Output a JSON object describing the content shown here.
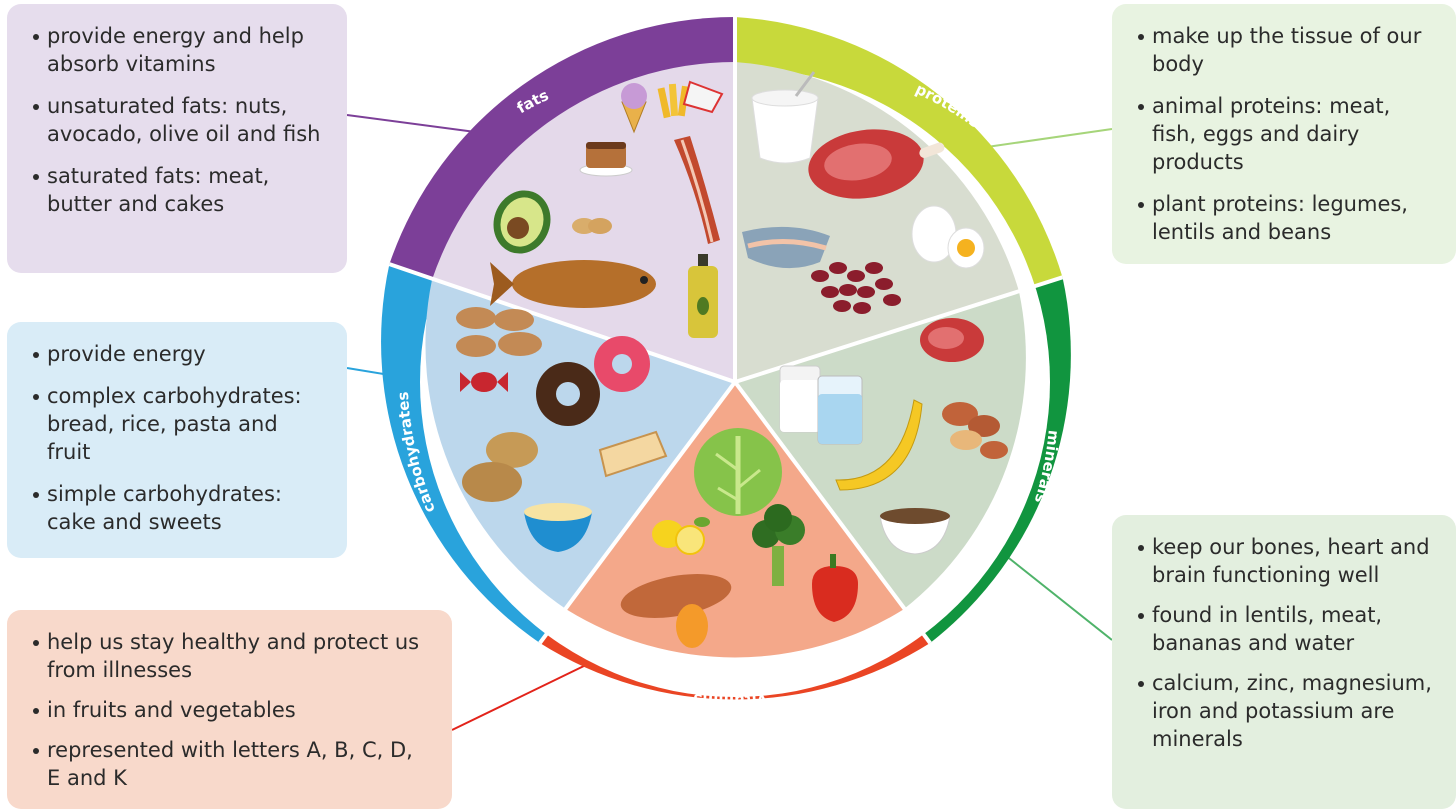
{
  "colors": {
    "fats": "#7c3f98",
    "proteins": "#c8d93b",
    "minerals": "#11953f",
    "vitamins": "#ea4524",
    "carbohydrates": "#29a3dc",
    "fats_box": "#e6dded",
    "proteins_box": "#e8f3e1",
    "minerals_box": "#e3efdf",
    "vitamins_box": "#f8d9cb",
    "carbohydrates_box": "#d9ecf7"
  },
  "segments": {
    "fats": "fats",
    "proteins": "proteins",
    "minerals": "minerals",
    "vitamins": "vitamins",
    "carbohydrates": "carbohydrates"
  },
  "boxes": {
    "fats": [
      "provide energy and help absorb vitamins",
      "unsaturated fats: nuts, avocado, olive oil and fish",
      "saturated fats: meat, butter and cakes"
    ],
    "carbohydrates": [
      "provide energy",
      "complex carbohydrates: bread, rice, pasta and fruit",
      "simple carbohydrates: cake and sweets"
    ],
    "vitamins": [
      "help us stay healthy and protect us from illnesses",
      "in fruits and vegetables",
      "represented with letters A, B, C, D, E and K"
    ],
    "proteins": [
      "make up the tissue of our body",
      "animal proteins: meat, fish, eggs and dairy products",
      "plant proteins: legumes, lentils and beans"
    ],
    "minerals": [
      "keep our bones, heart and brain functioning well",
      "found in lentils, meat, bananas and water",
      "calcium, zinc, magnesium, iron and potassium are minerals"
    ]
  }
}
